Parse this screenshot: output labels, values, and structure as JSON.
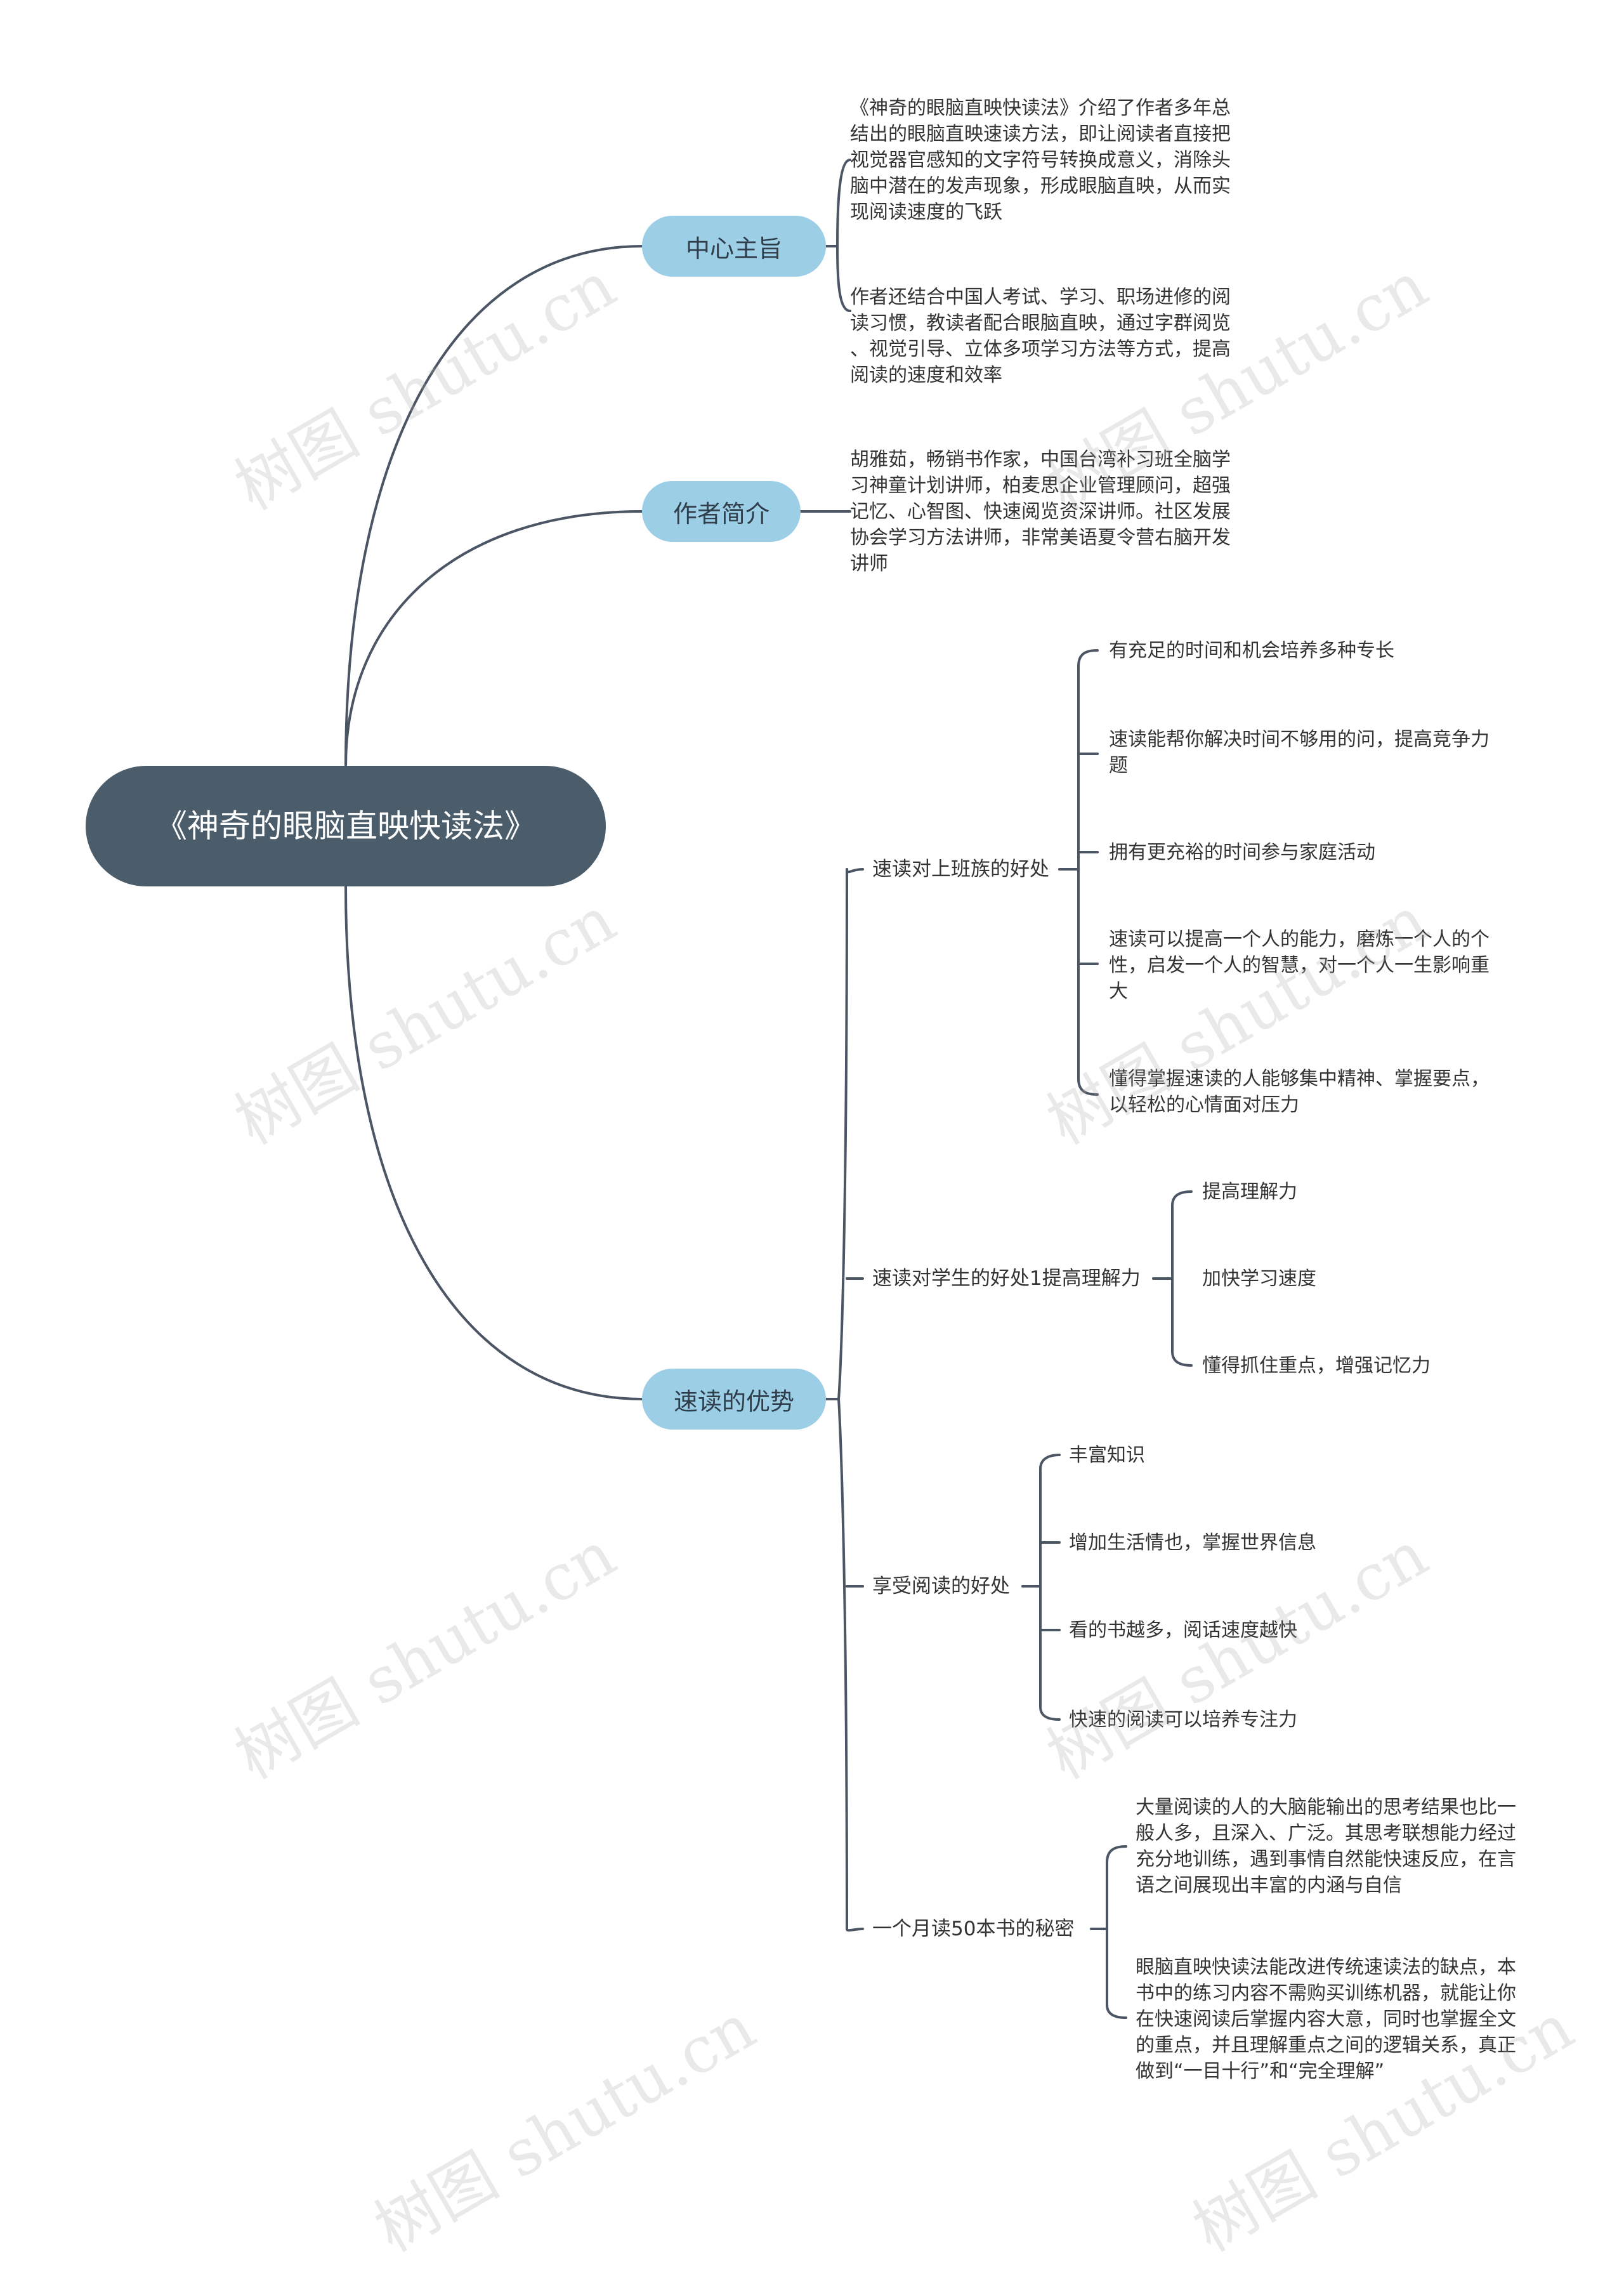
{
  "watermark": "树图 shutu.cn",
  "colors": {
    "root_bg": "#4b5c6b",
    "branch_bg": "#9ccfe6",
    "line": "#4b5563",
    "text": "#333333"
  },
  "root": {
    "title": "《神奇的眼脑直映快读法》"
  },
  "branches": {
    "center": {
      "label": "中心主旨",
      "items": [
        "《神奇的眼脑直映快读法》介绍了作者多年总\n结出的眼脑直映速读方法，即让阅读者直接把\n视觉器官感知的文字符号转换成意义，消除头\n脑中潜在的发声现象，形成眼脑直映，从而实\n现阅读速度的飞跃",
        "作者还结合中国人考试、学习、职场进修的阅\n读习惯，教读者配合眼脑直映，通过字群阅览\n、视觉引导、立体多项学习方法等方式，提高\n阅读的速度和效率"
      ]
    },
    "author": {
      "label": "作者简介",
      "items": [
        "胡雅茹，畅销书作家，中国台湾补习班全脑学\n习神童计划讲师，柏麦思企业管理顾问，超强\n记忆、心智图、快速阅览资深讲师。社区发展\n协会学习方法讲师，非常美语夏令营右脑开发\n讲师"
      ]
    },
    "advantages": {
      "label": "速读的优势",
      "subs": [
        {
          "label": "速读对上班族的好处",
          "items": [
            "有充足的时间和机会培养多种专长",
            "速读能帮你解决时间不够用的问，提高竞争力\n题",
            "拥有更充裕的时间参与家庭活动",
            "速读可以提高一个人的能力，磨炼一个人的个\n性，启发一个人的智慧，对一个人一生影响重\n大",
            "懂得掌握速读的人能够集中精神、掌握要点，\n以轻松的心情面对压力"
          ]
        },
        {
          "label": "速读对学生的好处1提高理解力",
          "items": [
            "提高理解力",
            "加快学习速度",
            "懂得抓住重点，增强记忆力"
          ]
        },
        {
          "label": "享受阅读的好处",
          "items": [
            "丰富知识",
            "增加生活情也，掌握世界信息",
            "看的书越多，阅话速度越快",
            "快速的阅读可以培养专注力"
          ]
        },
        {
          "label": "一个月读50本书的秘密",
          "items": [
            "大量阅读的人的大脑能输出的思考结果也比一\n般人多，且深入、广泛。其思考联想能力经过\n充分地训练，遇到事情自然能快速反应，在言\n语之间展现出丰富的内涵与自信",
            "眼脑直映快读法能改进传统速读法的缺点，本\n书中的练习内容不需购买训练机器，就能让你\n在快速阅读后掌握内容大意，同时也掌握全文\n的重点，并且理解重点之间的逻辑关系，真正\n做到“一目十行”和“完全理解”"
          ]
        }
      ]
    }
  }
}
